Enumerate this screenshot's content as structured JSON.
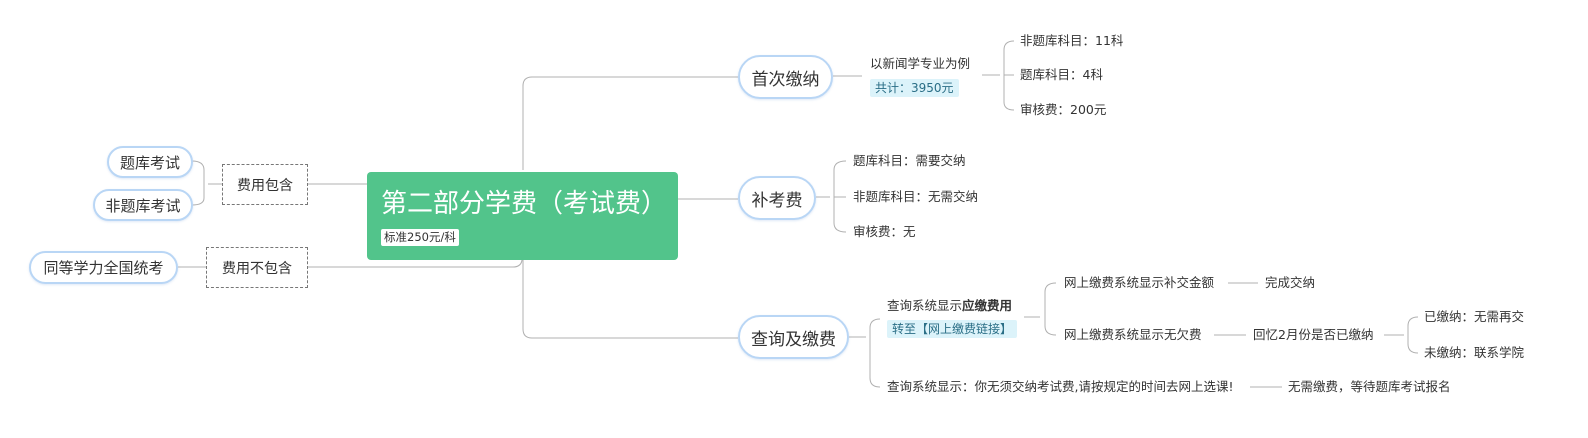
{
  "colors": {
    "central_bg": "#52c48b",
    "line": "#b0b0b0",
    "pill_border": "#b9d6f5",
    "tag_bg": "#dcf3fa",
    "tag_text": "#2a6e86"
  },
  "central": {
    "title": "第二部分学费（考试费）",
    "standard_tag": "标准250元/科"
  },
  "left": {
    "included_label": "费用包含",
    "included_items": [
      "题库考试",
      "非题库考试"
    ],
    "excluded_label": "费用不包含",
    "excluded_items": [
      "同等学力全国统考"
    ]
  },
  "first_payment": {
    "label": "首次缴纳",
    "example": "以新闻学专业为例",
    "total_tag": "共计：3950元",
    "items": [
      "非题库科目：11科",
      "题库科目：4科",
      "审核费：200元"
    ]
  },
  "makeup_fee": {
    "label": "补考费",
    "items": [
      "题库科目：需要交纳",
      "非题库科目：无需交纳",
      "审核费：无"
    ]
  },
  "query_pay": {
    "label": "查询及缴费",
    "query_due_prefix": "查询系统显示",
    "query_due_bold": "应缴费用",
    "link_tag": "转至【网上缴费链接】",
    "branch_due": "网上缴费系统显示补交金额",
    "branch_due_result": "完成交纳",
    "branch_none": "网上缴费系统显示无欠费",
    "recall": "回忆2月份是否已缴纳",
    "paid": "已缴纳：无需再交",
    "unpaid": "未缴纳：联系学院",
    "no_fee_query": "查询系统显示：你无须交纳考试费,请按规定的时间去网上选课!",
    "no_fee_result": "无需缴费，等待题库考试报名"
  }
}
